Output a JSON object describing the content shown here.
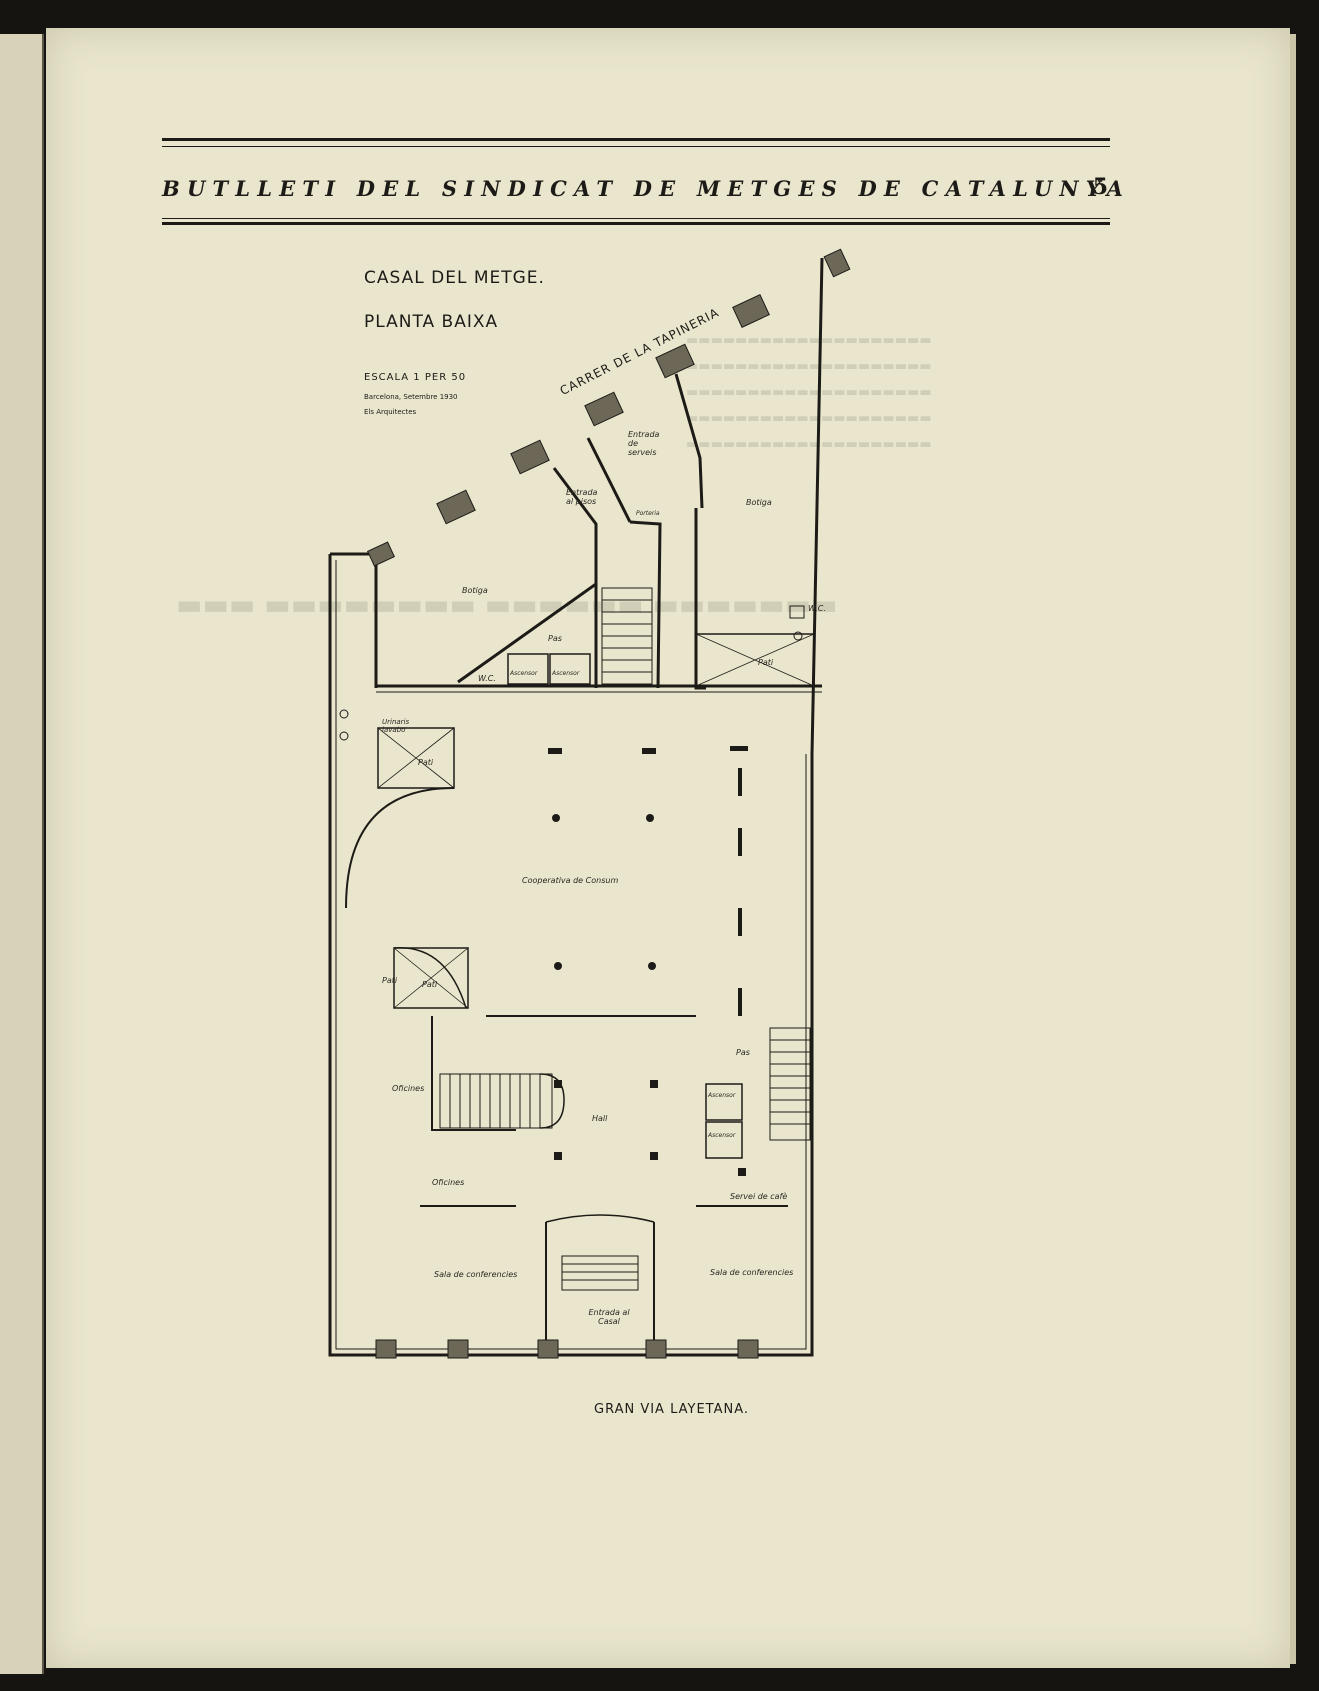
{
  "header": {
    "title": "BUTLLETI DEL SINDICAT DE METGES DE CATALUNYA",
    "page_number": "5"
  },
  "plan": {
    "title": "CASAL DEL METGE.",
    "subtitle": "PLANTA BAIXA",
    "scale": "ESCALA 1 PER 50",
    "date": "Barcelona, Setembre 1930",
    "credit": "Els Arquitectes",
    "street_top": "CARRER DE LA TAPINERIA",
    "street_bottom": "GRAN VIA LAYETANA.",
    "rooms": {
      "botiga_left": "Botiga",
      "botiga_right": "Botiga",
      "entrada_pisos": "Entrada al pisos",
      "entrada_serveis": "Entrada de serveis",
      "pas_upper": "Pas",
      "pas_lower": "Pas",
      "wc_left": "W.C.",
      "wc_right": "W.C.",
      "ascensor_1": "Ascensor",
      "ascensor_2": "Ascensor",
      "ascensor_3": "Ascensor",
      "ascensor_4": "Ascensor",
      "pati_top": "Pati",
      "pati_right": "Pati",
      "pati_mid": "Pati",
      "pati_small": "Pati",
      "urinaris": "Urinaris lavabo",
      "cooperativa": "Cooperativa de Consum",
      "oficines_1": "Oficines",
      "oficines_2": "Oficines",
      "hall": "Hall",
      "servei_cafe": "Servei de cafè",
      "sala_left": "Sala de conferencies",
      "sala_right": "Sala de conferencies",
      "entrada_casal": "Entrada al Casal",
      "porteria": "Porteria"
    }
  },
  "colors": {
    "paper": "#e9e6cd",
    "ink": "#1d1b17",
    "background": "#161410"
  }
}
